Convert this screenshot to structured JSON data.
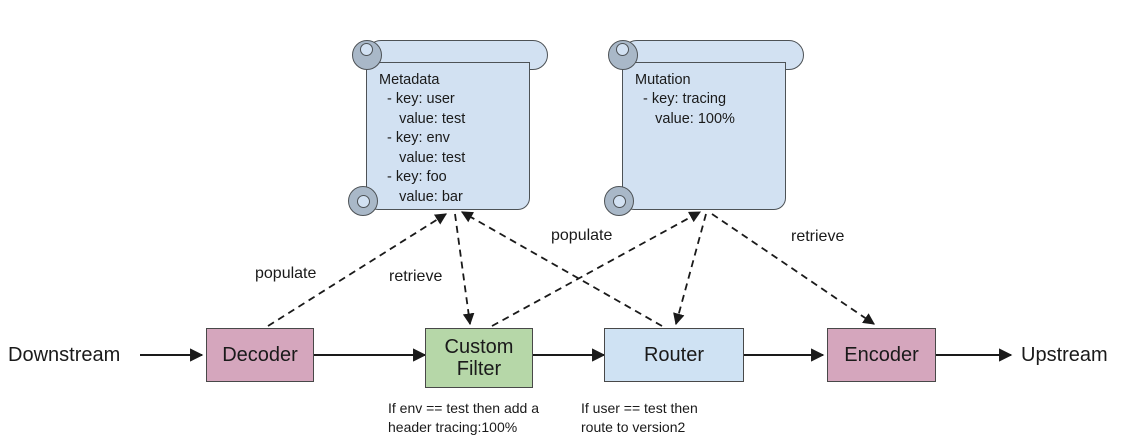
{
  "diagram": {
    "title": "Envoy filter chain with metadata and mutation scrolls",
    "colors": {
      "decoder_fill": "#d5a6bd",
      "encoder_fill": "#d5a6bd",
      "filter_fill": "#b6d7a8",
      "router_fill": "#cfe2f3",
      "scroll_fill": "#d2e1f2",
      "curl_fill": "#a9b8c8",
      "stroke": "#484848",
      "text": "#1a1a1a"
    }
  },
  "endpoints": {
    "downstream": "Downstream",
    "upstream": "Upstream"
  },
  "pipeline": [
    {
      "id": "decoder",
      "label": "Decoder"
    },
    {
      "id": "custom-filter",
      "label": "Custom\nFilter"
    },
    {
      "id": "router",
      "label": "Router"
    },
    {
      "id": "encoder",
      "label": "Encoder"
    }
  ],
  "notes": [
    {
      "id": "custom-filter-note",
      "for": "custom-filter",
      "text": "If env == test then add a\nheader tracing:100%"
    },
    {
      "id": "router-note",
      "for": "router",
      "text": "If user == test then\nroute to version2"
    }
  ],
  "scrolls": [
    {
      "id": "metadata",
      "title": "Metadata",
      "entries": [
        {
          "key": "user",
          "value": "test"
        },
        {
          "key": "env",
          "value": "test"
        },
        {
          "key": "foo",
          "value": "bar"
        }
      ],
      "text": "Metadata\n  - key: user\n     value: test\n  - key: env\n     value: test\n  - key: foo\n     value: bar"
    },
    {
      "id": "mutation",
      "title": "Mutation",
      "entries": [
        {
          "key": "tracing",
          "value": "100%"
        }
      ],
      "text": "Mutation\n  - key: tracing\n     value: 100%"
    }
  ],
  "edges": [
    {
      "id": "downstream-to-decoder",
      "from": "downstream",
      "to": "decoder",
      "style": "solid",
      "label": ""
    },
    {
      "id": "decoder-to-filter",
      "from": "decoder",
      "to": "custom-filter",
      "style": "solid",
      "label": ""
    },
    {
      "id": "filter-to-router",
      "from": "custom-filter",
      "to": "router",
      "style": "solid",
      "label": ""
    },
    {
      "id": "router-to-encoder",
      "from": "router",
      "to": "encoder",
      "style": "solid",
      "label": ""
    },
    {
      "id": "encoder-to-upstream",
      "from": "encoder",
      "to": "upstream",
      "style": "solid",
      "label": ""
    },
    {
      "id": "decoder-to-metadata",
      "from": "decoder",
      "to": "metadata",
      "style": "dashed",
      "label": "populate"
    },
    {
      "id": "metadata-to-filter",
      "from": "metadata",
      "to": "custom-filter",
      "style": "dashed",
      "label": "retrieve"
    },
    {
      "id": "filter-to-mutation",
      "from": "custom-filter",
      "to": "mutation",
      "style": "dashed",
      "label": "populate"
    },
    {
      "id": "metadata-to-router",
      "from": "metadata",
      "to": "router",
      "style": "dashed",
      "label": ""
    },
    {
      "id": "router-to-metadata",
      "from": "router",
      "to": "metadata",
      "style": "dashed",
      "label": ""
    },
    {
      "id": "mutation-to-encoder",
      "from": "mutation",
      "to": "encoder",
      "style": "dashed",
      "label": "retrieve"
    }
  ],
  "edge_labels": {
    "populate_left": "populate",
    "retrieve_left": "retrieve",
    "populate_right": "populate",
    "retrieve_right": "retrieve"
  }
}
